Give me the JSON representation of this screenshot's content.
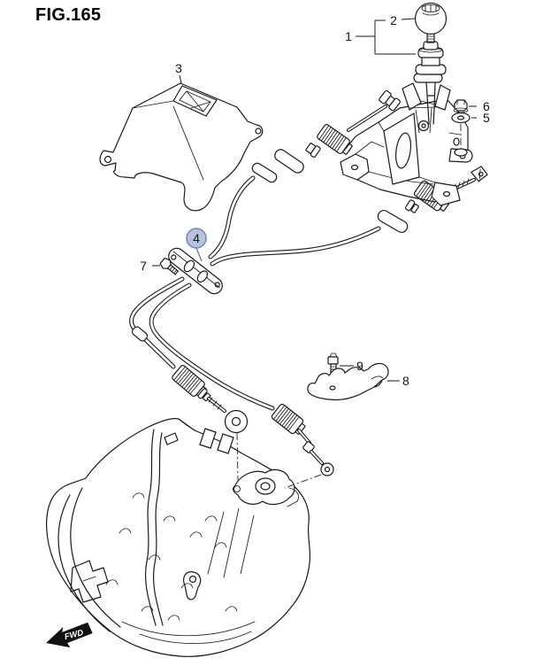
{
  "figure_title": "FIG.165",
  "fwd_label": "FWD",
  "callouts": {
    "c1": {
      "label": "1",
      "highlighted": false
    },
    "c2": {
      "label": "2",
      "highlighted": false
    },
    "c3": {
      "label": "3",
      "highlighted": false
    },
    "c4": {
      "label": "4",
      "highlighted": true
    },
    "c5": {
      "label": "5",
      "highlighted": false
    },
    "c6": {
      "label": "6",
      "highlighted": false
    },
    "c7": {
      "label": "7",
      "highlighted": false
    },
    "c8": {
      "label": "8",
      "highlighted": false
    },
    "c9": {
      "label": "9",
      "highlighted": false
    }
  },
  "colors": {
    "line": "#1a1a1a",
    "background": "#ffffff",
    "highlight_fill": "#b6c2de",
    "highlight_stroke": "#6e86ba",
    "highlight_text": "#20357a"
  }
}
